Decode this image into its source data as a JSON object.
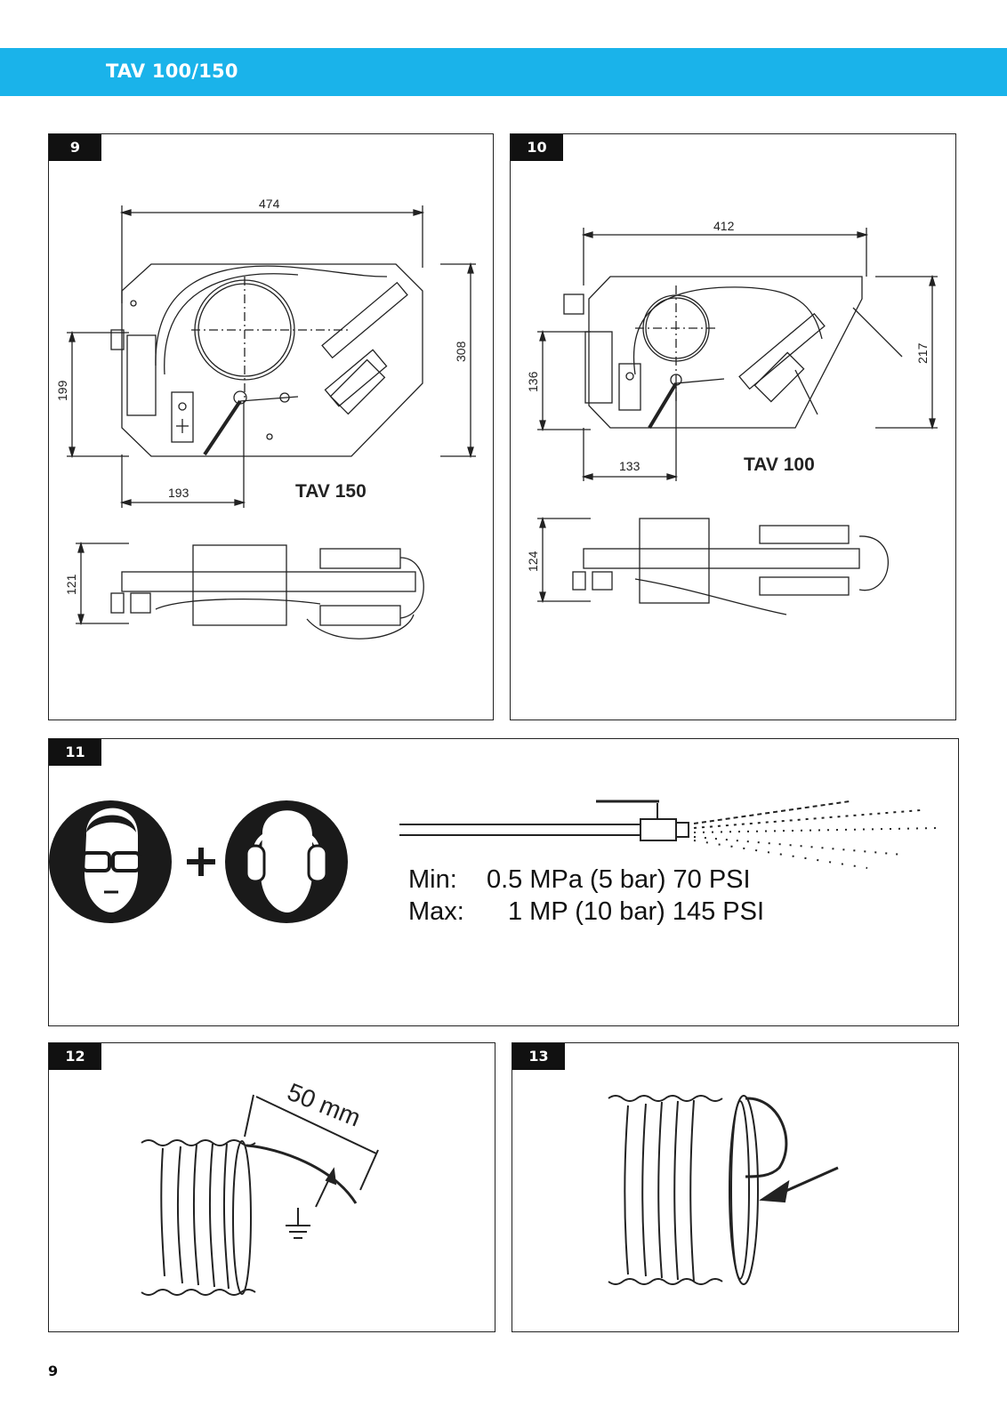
{
  "header": {
    "title": "TAV 100/150",
    "color": "#1ab3ea"
  },
  "figures": [
    {
      "number": "9",
      "model": "TAV 150",
      "dims": {
        "width": "474",
        "height": "308",
        "side": "199",
        "offset": "193",
        "depth": "121"
      }
    },
    {
      "number": "10",
      "model": "TAV 100",
      "dims": {
        "width": "412",
        "height": "217",
        "side": "136",
        "offset": "133",
        "depth": "124"
      }
    },
    {
      "number": "11",
      "pressure": {
        "min_label": "Min:",
        "min_value": "0.5 MPa (5 bar)  70 PSI",
        "max_label": "Max:",
        "max_value": "1 MP (10 bar) 145 PSI"
      },
      "icons": [
        "safety-goggles-icon",
        "plus-icon",
        "ear-protection-icon"
      ]
    },
    {
      "number": "12",
      "measure": "50 mm",
      "icons": [
        "ground-icon"
      ]
    },
    {
      "number": "13"
    }
  ],
  "page_number": "9"
}
